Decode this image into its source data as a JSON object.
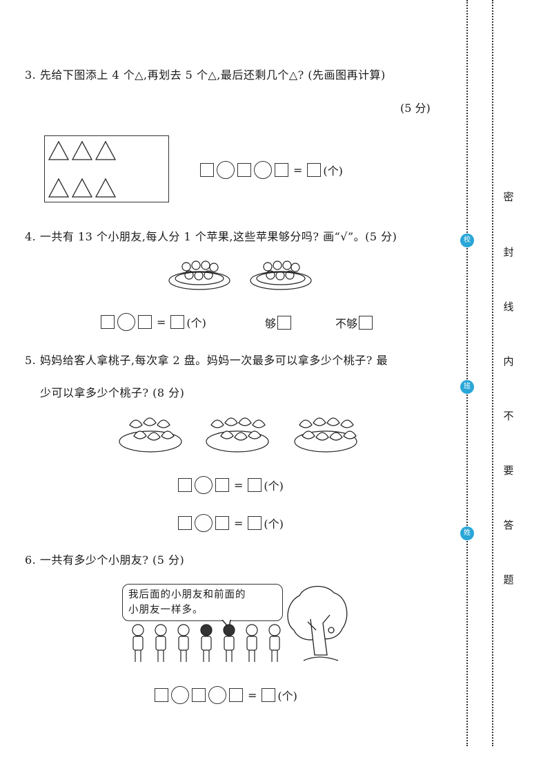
{
  "questions": {
    "q3": {
      "text": "3. 先给下图添上 4 个△,再划去 5 个△,最后还剩几个△? (先画图再计算)",
      "score": "(5 分)",
      "unit": "(个)"
    },
    "q4": {
      "text": "4. 一共有 13 个小朋友,每人分 1 个苹果,这些苹果够分吗? 画“√”。(5 分)",
      "unit": "(个)",
      "enough_label": "够",
      "not_enough_label": "不够"
    },
    "q5": {
      "text_line1": "5. 妈妈给客人拿桃子,每次拿 2 盘。妈妈一次最多可以拿多少个桃子? 最",
      "text_line2": "少可以拿多少个桃子? (8 分)",
      "unit1": "(个)",
      "unit2": "(个)"
    },
    "q6": {
      "text": "6. 一共有多少个小朋友? (5 分)",
      "speech_line1": "我后面的小朋友和前面的",
      "speech_line2": "小朋友一样多。",
      "unit": "(个)"
    }
  },
  "equals_sign": "=",
  "seal_margin": {
    "characters": [
      "密",
      "封",
      "线",
      "内",
      "不",
      "要",
      "答",
      "题"
    ],
    "markers": [
      "姓",
      "班",
      "校"
    ],
    "accent_color": "#29a6d8"
  },
  "illustrations": {
    "apple_plates": 2,
    "apples_per_plate_row": [
      3,
      4
    ],
    "peach_plates": [
      {
        "back": 3,
        "front": 3
      },
      {
        "back": 4,
        "front": 3
      },
      {
        "back": 4,
        "front": 4
      }
    ],
    "children_count": 7
  }
}
